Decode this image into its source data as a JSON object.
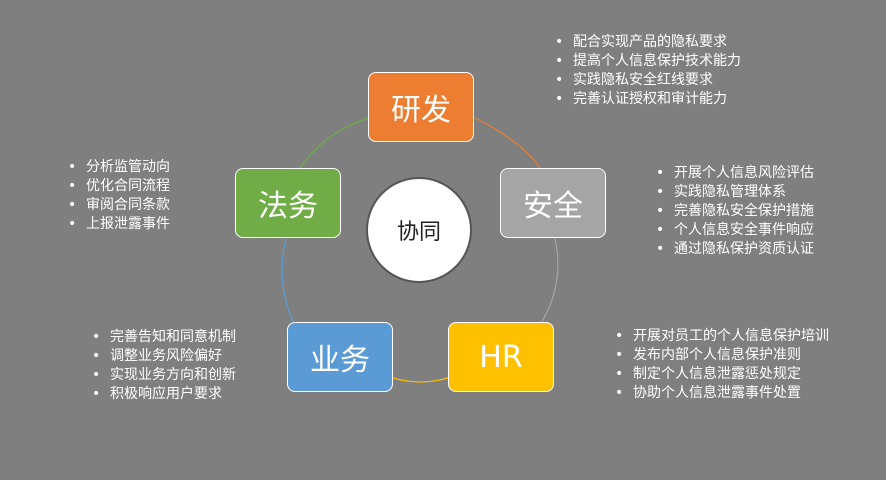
{
  "center": {
    "label": "协同"
  },
  "nodes": {
    "rd": {
      "label": "研发",
      "color": "#ed7d31"
    },
    "security": {
      "label": "安全",
      "color": "#a5a5a5"
    },
    "hr": {
      "label": "HR",
      "color": "#ffc000"
    },
    "business": {
      "label": "业务",
      "color": "#5b9bd5"
    },
    "legal": {
      "label": "法务",
      "color": "#70ad47"
    }
  },
  "bullets": {
    "rd": [
      "配合实现产品的隐私要求",
      "提高个人信息保护技术能力",
      "实践隐私安全红线要求",
      "完善认证授权和审计能力"
    ],
    "security": [
      "开展个人信息风险评估",
      "实践隐私管理体系",
      "完善隐私安全保护措施",
      "个人信息安全事件响应",
      "通过隐私保护资质认证"
    ],
    "hr": [
      "开展对员工的个人信息保护培训",
      "发布内部个人信息保护准则",
      "制定个人信息泄露惩处规定",
      "协助个人信息泄露事件处置"
    ],
    "business": [
      "完善告知和同意机制",
      "调整业务风险偏好",
      "实现业务方向和创新",
      "积极响应用户要求"
    ],
    "legal": [
      "分析监管动向",
      "优化合同流程",
      "审阅合同条款",
      "上报泄露事件"
    ]
  }
}
